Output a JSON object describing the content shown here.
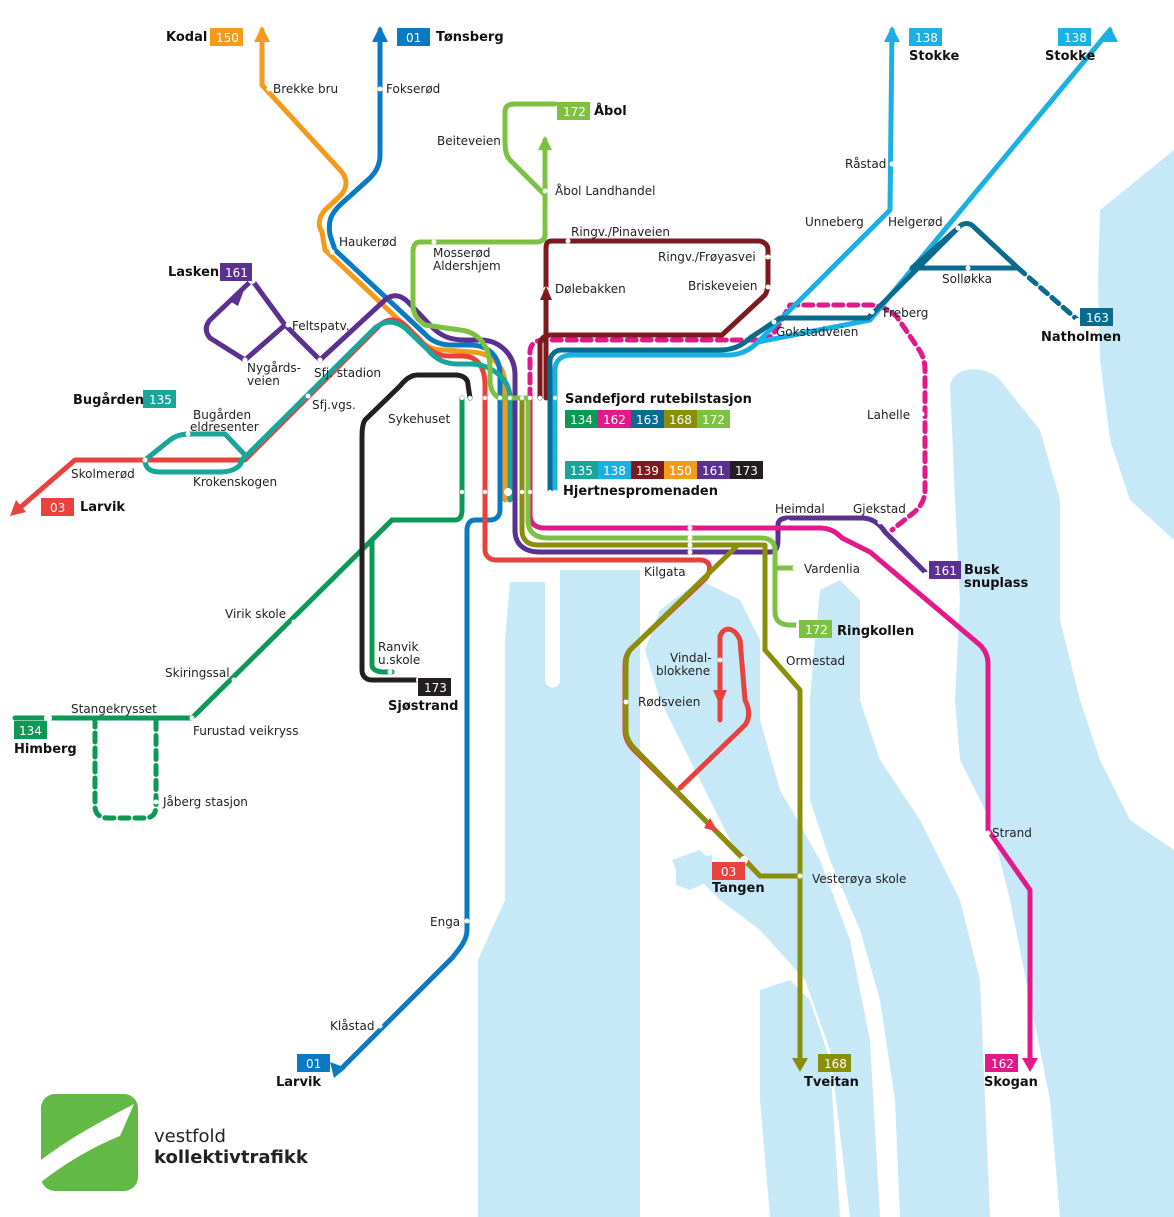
{
  "colors": {
    "water": "#c6e8f7",
    "r01": "#0a7bc2",
    "r03": "#e8423f",
    "r134": "#0a9a56",
    "r135": "#1aa59a",
    "r138": "#1bb0e4",
    "r139": "#7c1a20",
    "r150": "#f49b1c",
    "r161": "#5b318f",
    "r162": "#e2198a",
    "r163": "#0b6b8f",
    "r168": "#8a8f0a",
    "r172": "#7cc142",
    "r173": "#231f20",
    "logo": "#63b946"
  },
  "terminals": {
    "kodal": {
      "name": "Kodal",
      "route": "150",
      "color": "r150"
    },
    "tonsberg": {
      "name": "Tønsberg",
      "route": "01",
      "color": "r01"
    },
    "abol": {
      "name": "Åbol",
      "route": "172",
      "color": "r172"
    },
    "stokke1": {
      "name": "Stokke",
      "route": "138",
      "color": "r138"
    },
    "stokke2": {
      "name": "Stokke",
      "route": "138",
      "color": "r138"
    },
    "lasken": {
      "name": "Lasken",
      "route": "161",
      "color": "r161"
    },
    "bugarden": {
      "name": "Bugården",
      "route": "135",
      "color": "r135"
    },
    "larvik03": {
      "name": "Larvik",
      "route": "03",
      "color": "r03"
    },
    "natholmen": {
      "name": "Natholmen",
      "route": "163",
      "color": "r163"
    },
    "busk": {
      "name": "Busk",
      "name2": "snuplass",
      "route": "161",
      "color": "r161"
    },
    "ringkollen": {
      "name": "Ringkollen",
      "route": "172",
      "color": "r172"
    },
    "sjostrand": {
      "name": "Sjøstrand",
      "route": "173",
      "color": "r173"
    },
    "himberg": {
      "name": "Himberg",
      "route": "134",
      "color": "r134"
    },
    "tangen": {
      "name": "Tangen",
      "route": "03",
      "color": "r03"
    },
    "larvik01": {
      "name": "Larvik",
      "route": "01",
      "color": "r01"
    },
    "tveitan": {
      "name": "Tveitan",
      "route": "168",
      "color": "r168"
    },
    "skogan": {
      "name": "Skogan",
      "route": "162",
      "color": "r162"
    }
  },
  "hubs": {
    "rutebil": {
      "name": "Sandefjord rutebilstasjon",
      "routes": [
        {
          "label": "134",
          "color": "r134"
        },
        {
          "label": "162",
          "color": "r162"
        },
        {
          "label": "163",
          "color": "r163"
        },
        {
          "label": "168",
          "color": "r168"
        },
        {
          "label": "172",
          "color": "r172"
        }
      ]
    },
    "hjertnes": {
      "name": "Hjertnespromenaden",
      "routes": [
        {
          "label": "135",
          "color": "r135"
        },
        {
          "label": "138",
          "color": "r138"
        },
        {
          "label": "139",
          "color": "r139"
        },
        {
          "label": "150",
          "color": "r150"
        },
        {
          "label": "161",
          "color": "r161"
        },
        {
          "label": "173",
          "color": "r173"
        }
      ]
    }
  },
  "stops": {
    "brekke_bru": "Brekke bru",
    "fokserod": "Fokserød",
    "beiteveien": "Beiteveien",
    "abol_landhandel": "Åbol Landhandel",
    "ringv_pinaveien": "Ringv./Pinaveien",
    "ringv_froyasvei": "Ringv./Frøyasvei",
    "dolebakken": "Dølebakken",
    "briskeveien": "Briskeveien",
    "haukerod": "Haukerød",
    "mosserod1": "Mosserød",
    "mosserod2": "Aldershjem",
    "rastad": "Råstad",
    "unneberg": "Unneberg",
    "helgerod": "Helgerød",
    "sollokka": "Solløkka",
    "freberg": "Freberg",
    "gokstadveien": "Gokstadveien",
    "feltspatv": "Feltspatv.",
    "nygards1": "Nygårds-",
    "nygards2": "veien",
    "sfj_stadion": "Sfj. stadion",
    "sfj_vgs": "Sfj.vgs.",
    "bugarden_eld1": "Bugården",
    "bugarden_eld2": "eldresenter",
    "skolmerod": "Skolmerød",
    "krokenskogen": "Krokenskogen",
    "sykehuset": "Sykehuset",
    "lahelle": "Lahelle",
    "heimdal": "Heimdal",
    "gjekstad": "Gjekstad",
    "vardenlia": "Vardenlia",
    "kilgata": "Kilgata",
    "virik_skole": "Virik skole",
    "ranvik1": "Ranvik",
    "ranvik2": "u.skole",
    "vindal1": "Vindal-",
    "vindal2": "blokkene",
    "ormestad": "Ormestad",
    "rodsveien": "Rødsveien",
    "skiringssal": "Skiringssal",
    "stangekrysset": "Stangekrysset",
    "furustad": "Furustad veikryss",
    "jaberg": "Jåberg stasjon",
    "strand": "Strand",
    "vesteroya": "Vesterøya skole",
    "enga": "Enga",
    "klastad": "Klåstad"
  },
  "logo": {
    "line1": "vestfold",
    "line2": "kollektivtrafikk"
  }
}
